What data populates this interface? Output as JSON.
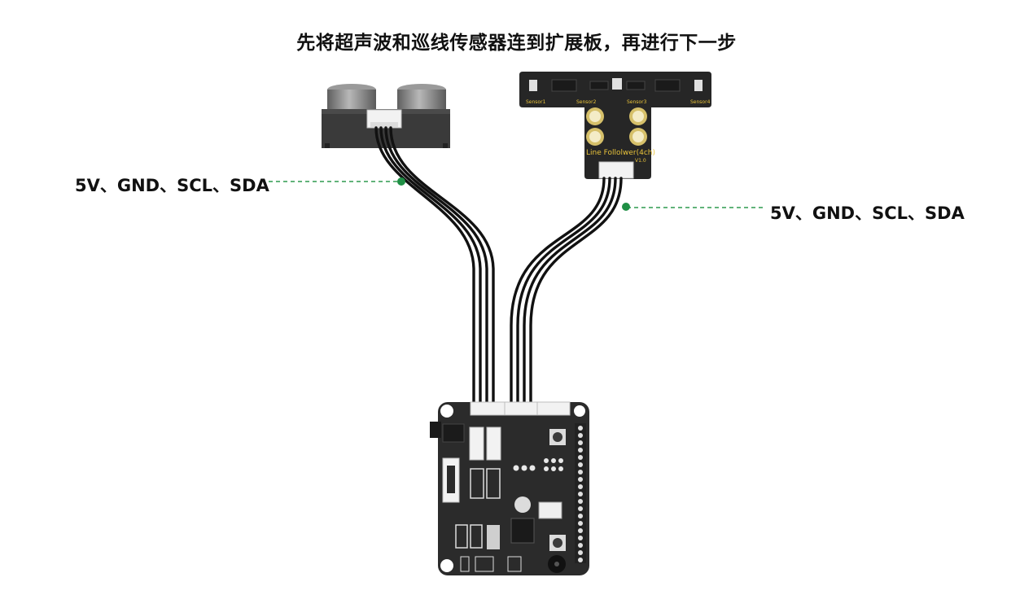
{
  "title": "先将超声波和巡线传感器连到扩展板，再进行下一步",
  "ultrasonic": {
    "pin_label": "5V、GND、SCL、SDA"
  },
  "line_follower": {
    "pin_label": "5V、GND、SCL、SDA",
    "board_name": "Line Follolwer(4ch)",
    "version": "V1.0",
    "sensors": [
      "Sensor1",
      "Sensor2",
      "Sensor3",
      "Sensor4"
    ]
  },
  "colors": {
    "leader_line": "#2e9a4e",
    "board": "#2a2a2a",
    "cable": "#111111",
    "silkscreen": "#e8c23a"
  }
}
